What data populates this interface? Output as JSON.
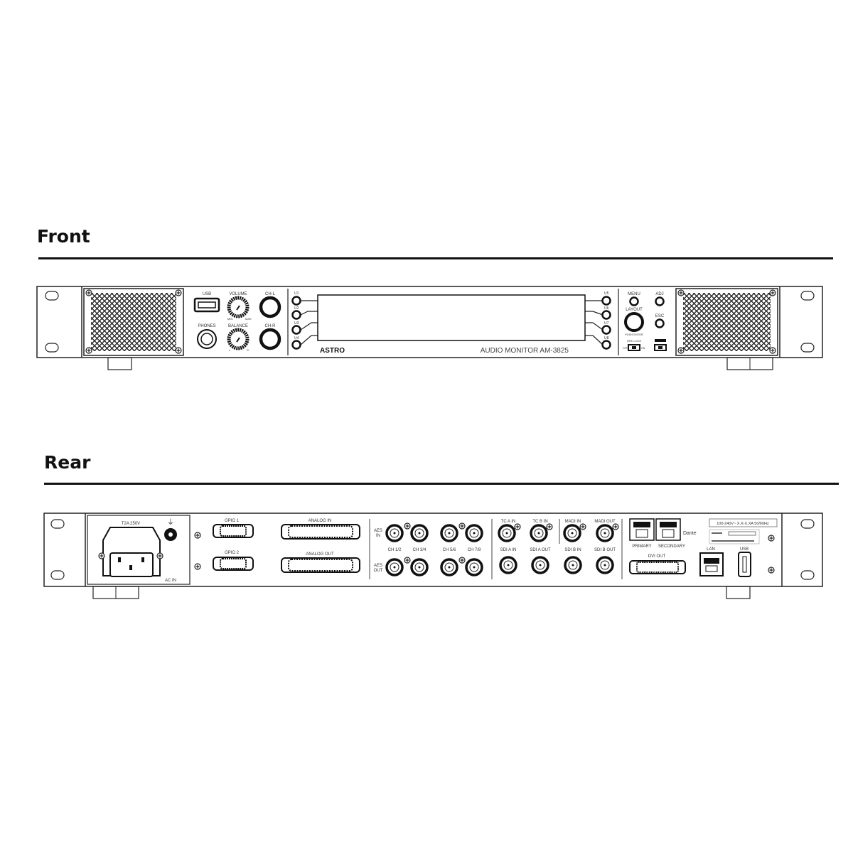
{
  "front": {
    "title": "Front",
    "labels": {
      "usb": "USB",
      "volume": "VOLUME",
      "vol_min": "MIN",
      "vol_max": "MAX",
      "ch_l": "CH-L",
      "phones": "PHONES",
      "balance": "BALANCE",
      "bal_l": "L",
      "bal_r": "R",
      "ch_r": "CH-R",
      "u1": "U1",
      "u2": "U2",
      "u3": "U3",
      "u4": "U4",
      "u5": "U5",
      "u6": "U6",
      "u7": "U7",
      "u8": "U8",
      "menu": "MENU",
      "adj": "ADJ",
      "layout": "LAYOUT",
      "push_enter": "PUSH ENTER",
      "esc": "ESC",
      "ope_lock": "OPE LOCK",
      "off": "OFF",
      "on": "ON",
      "brand": "ASTRO",
      "model": "AUDIO MONITOR  AM-3825"
    }
  },
  "rear": {
    "title": "Rear",
    "labels": {
      "fuse": "T2A 250V",
      "ac_in": "AC IN",
      "gpio1": "GPIO 1",
      "gpio2": "GPIO 2",
      "analog_in": "ANALOG IN",
      "analog_out": "ANALOG OUT",
      "aes_in": [
        "AES",
        "IN"
      ],
      "aes_out": [
        "AES",
        "OUT"
      ],
      "ch12": "CH 1/2",
      "ch34": "CH 3/4",
      "ch56": "CH 5/6",
      "ch78": "CH 7/8",
      "tc_a_in": "TC A IN",
      "tc_b_in": "TC B IN",
      "madi_in": "MADI IN",
      "madi_out": "MADI OUT",
      "sdi_a_in": "SDI A IN",
      "sdi_a_out": "SDI A OUT",
      "sdi_b_in": "SDI B IN",
      "sdi_b_out": "SDI B OUT",
      "primary": "PRIMARY",
      "secondary": "SECONDARY",
      "dante": "Dante",
      "power_rating": "100-240V~ X.X-X.XA 50/60Hz",
      "dvi_out": "DVI OUT",
      "lan": "LAN",
      "usb": "USB"
    }
  }
}
